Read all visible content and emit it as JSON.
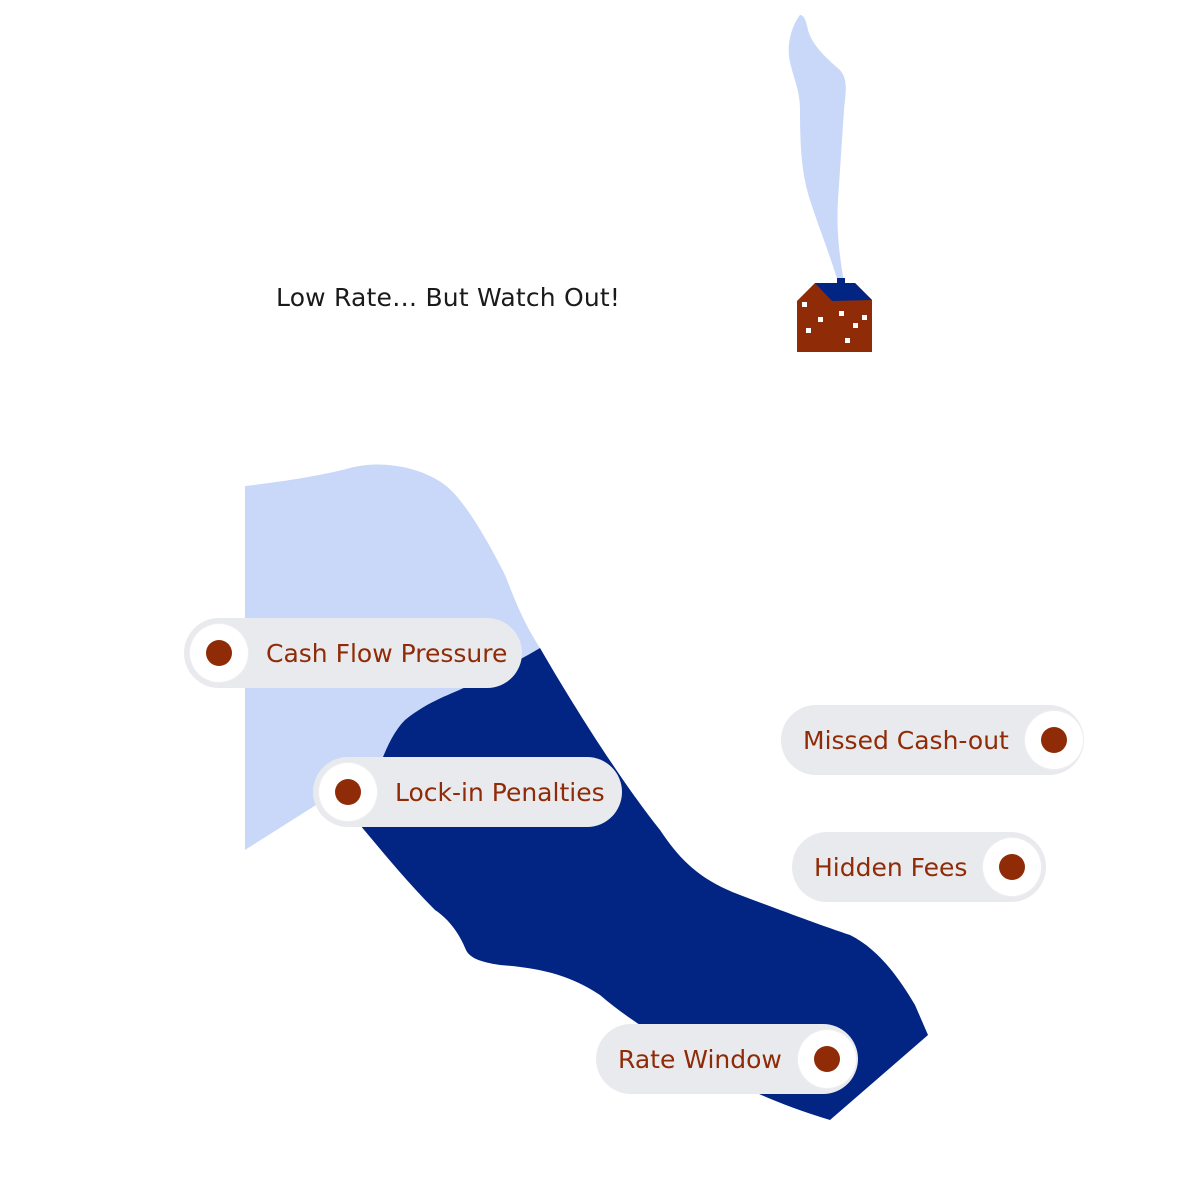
{
  "title": "Low Rate… But Watch Out!",
  "colors": {
    "light_shape": "#c9d8f8",
    "dark_shape": "#022482",
    "accent": "#8f2b06",
    "pill_bg": "#e9eaee",
    "house_wall": "#8f2b06",
    "house_roof": "#022482",
    "smoke": "#c9d8f8"
  },
  "icons": {
    "house": "house-icon",
    "smoke": "smoke-icon",
    "marker": "dot-marker-icon"
  },
  "callouts": [
    {
      "label": "Cash Flow Pressure",
      "side": "left"
    },
    {
      "label": "Lock-in Penalties",
      "side": "left"
    },
    {
      "label": "Missed Cash-out",
      "side": "right"
    },
    {
      "label": "Hidden Fees",
      "side": "right"
    },
    {
      "label": "Rate Window",
      "side": "right"
    }
  ]
}
